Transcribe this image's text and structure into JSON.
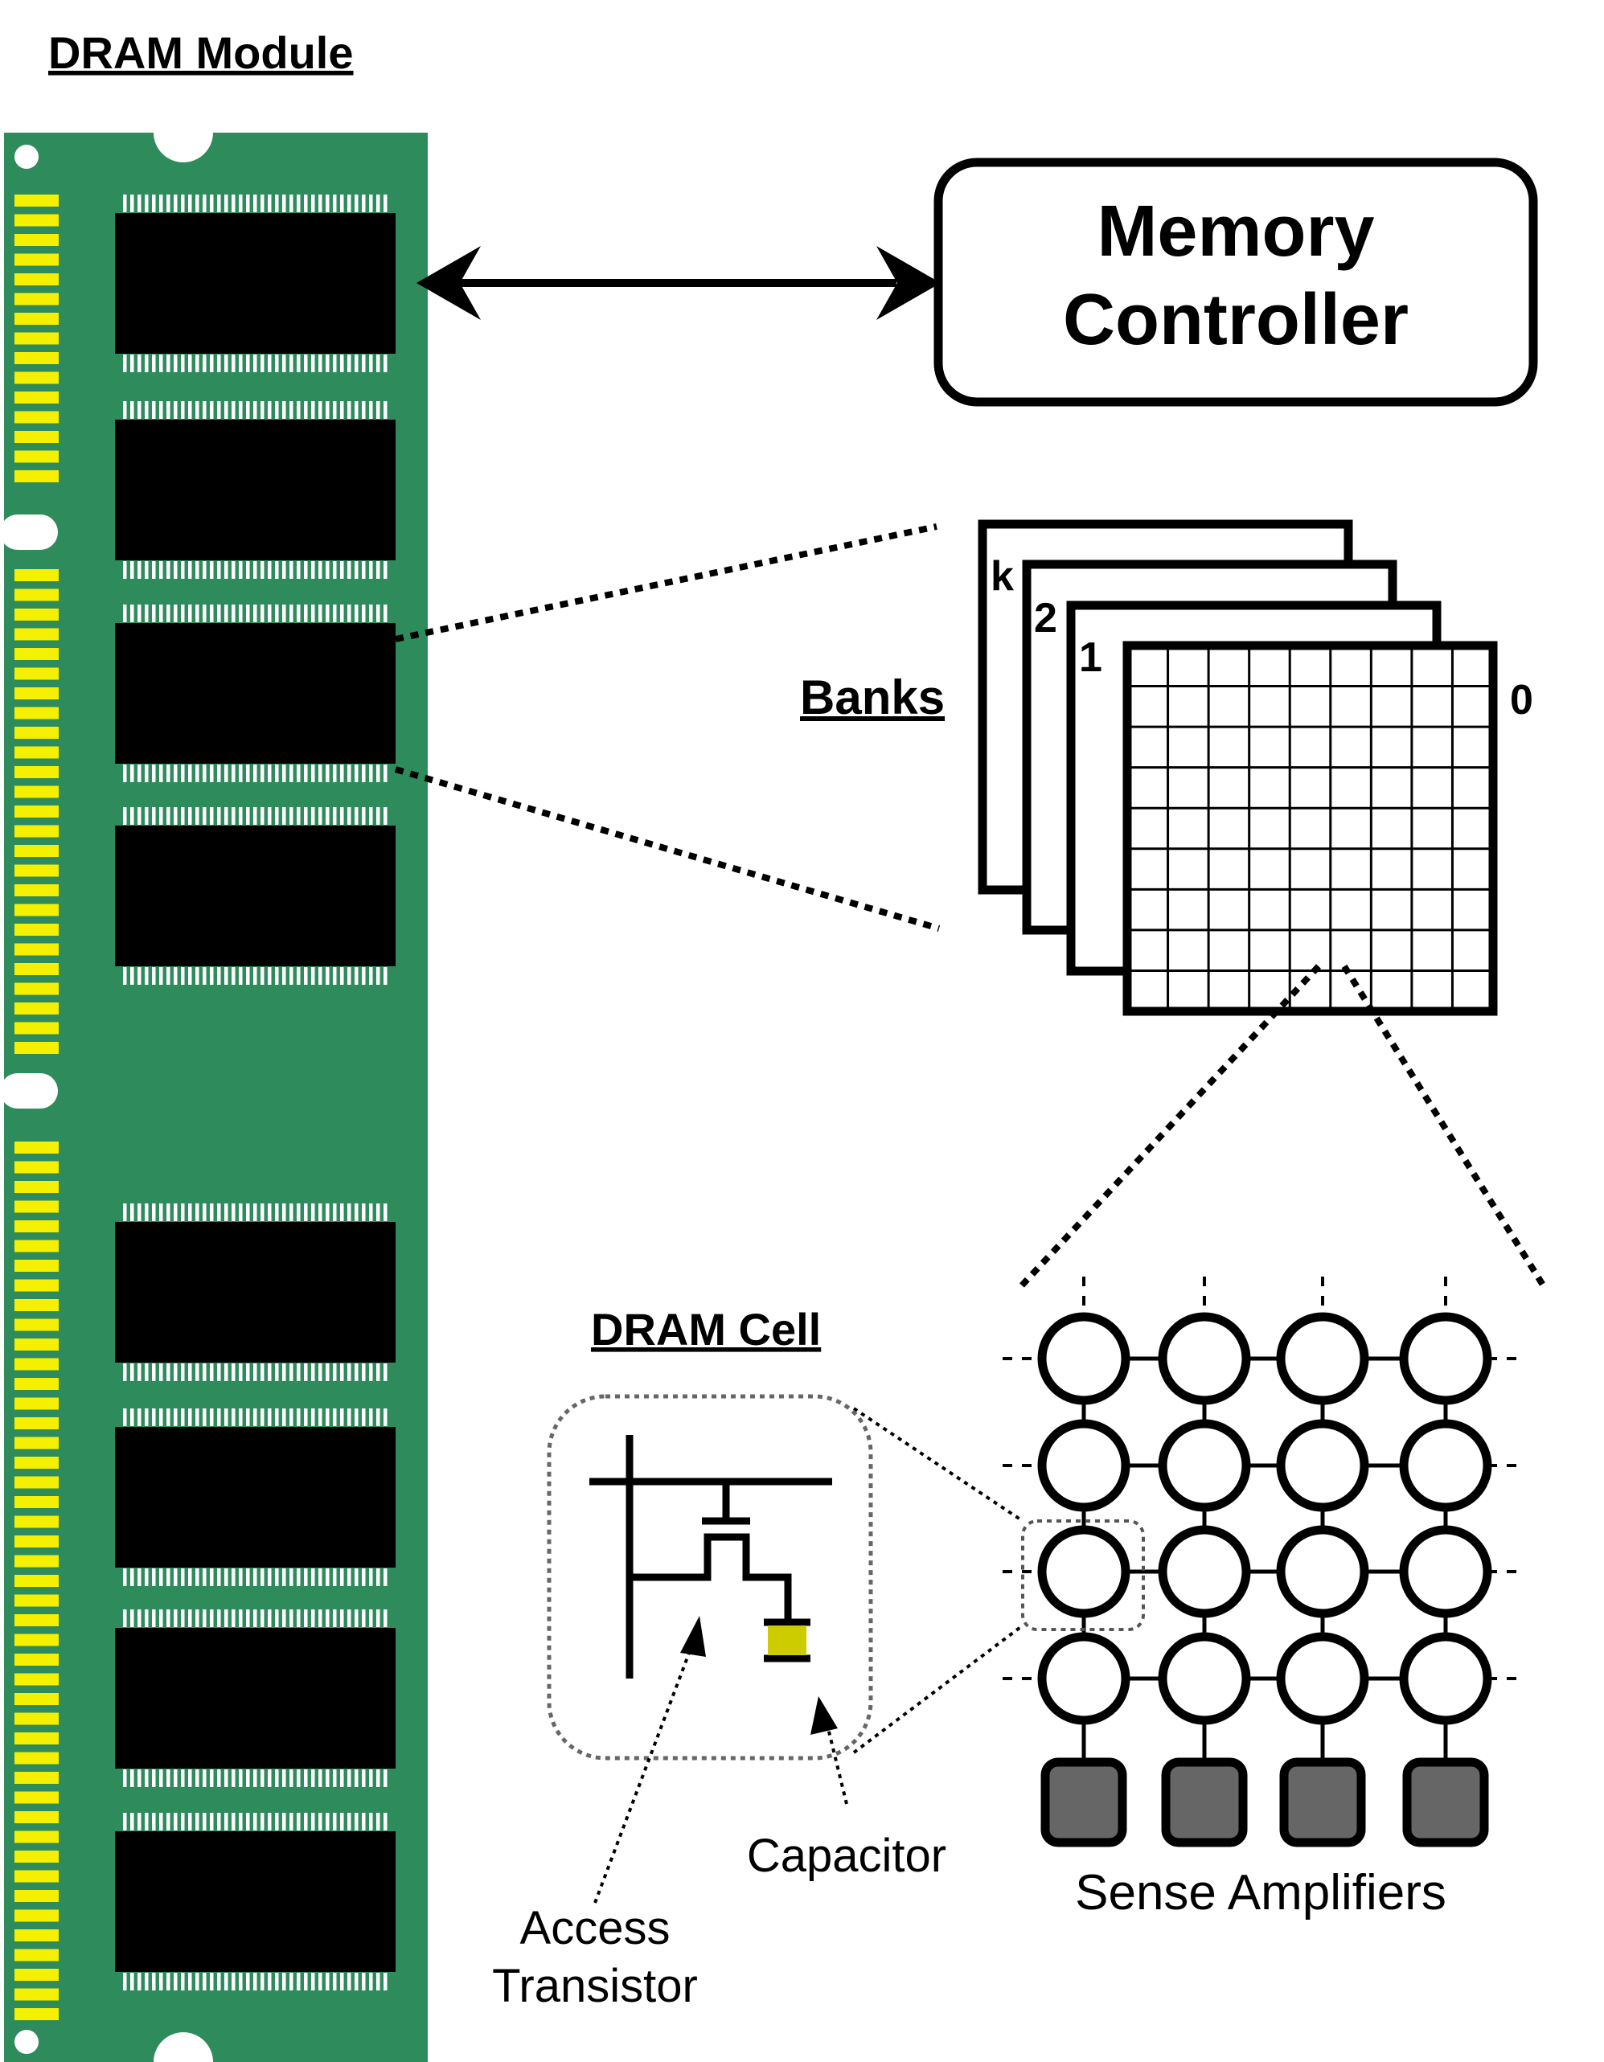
{
  "labels": {
    "module_title": "DRAM Module",
    "controller_line1": "Memory",
    "controller_line2": "Controller",
    "banks_title": "Banks",
    "bank_k": "k",
    "bank_2": "2",
    "bank_1": "1",
    "bank_0": "0",
    "cell_title": "DRAM Cell",
    "access_line1": "Access",
    "access_line2": "Transistor",
    "capacitor": "Capacitor",
    "sense_amplifiers": "Sense Amplifiers"
  },
  "icons": {
    "module": "dram-module-stick-icon",
    "chip": "memory-chip-icon",
    "arrow": "double-headed-arrow-icon",
    "cell": "transistor-capacitor-icon"
  },
  "colors": {
    "pcb": "#2e8b5c",
    "contacts": "#f5f000",
    "chip": "#000000",
    "capacitor": "#cccc00",
    "sense_amp": "#666666",
    "ink": "#000000"
  }
}
